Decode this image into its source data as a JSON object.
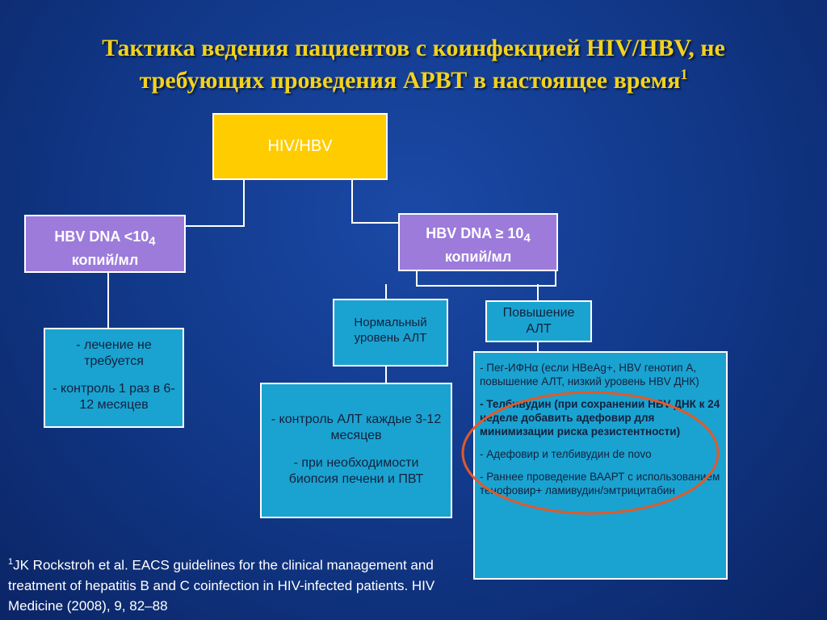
{
  "title": {
    "line1": "Тактика ведения пациентов с коинфекцией HIV/HBV, не",
    "line2": "требующих проведения АРВТ в настоящее время",
    "sup": "1"
  },
  "colors": {
    "title": "#f2d21e",
    "root": "#ffcc00",
    "level": "#9c7bdb",
    "leaf": "#1aa3d1",
    "highlight": "#e05a2b"
  },
  "root": {
    "label": "HIV/HBV"
  },
  "left": {
    "prefix": "HBV DNA <10",
    "sub": "4",
    "unit": "копий/мл",
    "detail": [
      "- лечение не требуется",
      "- контроль 1 раз в 6-12 месяцев"
    ]
  },
  "right": {
    "prefix": "HBV DNA ≥ 10",
    "sub": "4",
    "unit": "копий/мл",
    "normal": {
      "label": "Нормальный уровень АЛТ",
      "detail": [
        "- контроль АЛТ каждые 3-12 месяцев",
        "- при необходимости биопсия печени и ПВТ"
      ]
    },
    "elevated": {
      "label": "Повышение АЛТ",
      "detail": [
        "- Пег-ИФНα (если HBeAg+, HBV генотип А, повышение АЛТ, низкий уровень HBV ДНК)",
        "- Телбивудин (при сохранении HBV ДНК к 24 неделе добавить адефовир для минимизации риска резистентности)",
        "- Адефовир и телбивудин de novo",
        "- Раннее проведение ВААРТ с использованием тенофовир+ ламивудин/эмтрицитабин"
      ]
    }
  },
  "source": {
    "sup": "1",
    "text": "JK Rockstroh et al. EACS guidelines for the clinical management and treatment of hepatitis B and C coinfection in HIV-infected patients. HIV Medicine (2008), 9, 82–88"
  }
}
